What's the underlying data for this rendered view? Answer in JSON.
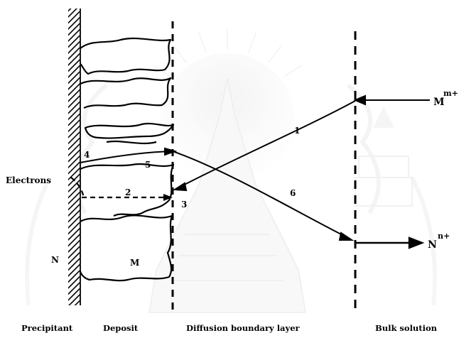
{
  "labels": {
    "electrons": "Electrons",
    "metal_n": "N",
    "metal_m": "M",
    "ion_m": "M",
    "ion_m_charge": "m+",
    "ion_n": "N",
    "ion_n_charge": "n+"
  },
  "steps": [
    "1",
    "2",
    "3",
    "4",
    "5",
    "6"
  ],
  "regions": {
    "precipitant": "Precipitant",
    "deposit": "Deposit",
    "diffusion": "Diffusion boundary layer",
    "bulk": "Bulk solution"
  }
}
